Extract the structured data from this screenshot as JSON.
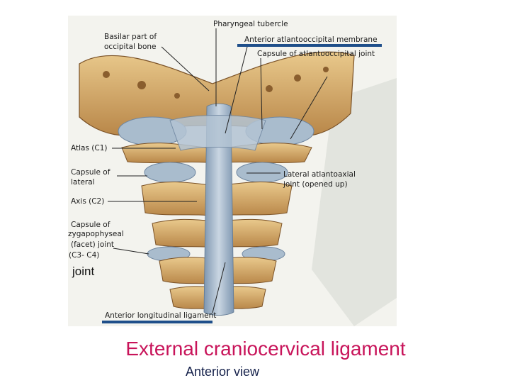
{
  "labels": {
    "pharyngeal_tubercle": "Pharyngeal tubercle",
    "basilar_part_line1": "Basilar part of",
    "basilar_part_line2": "occipital bone",
    "anterior_atlantooccipital_membrane": "Anterior atlantooccipital membrane",
    "capsule_atlantooccipital_joint": "Capsule of atlantooccipital joint",
    "atlas": "Atlas (C1)",
    "capsule_lateral_line1": "Capsule of",
    "capsule_lateral_line2": "lateral",
    "lateral_atlantoaxial_line1": "Lateral atlantoaxial",
    "lateral_atlantoaxial_line2": "joint (opened up)",
    "axis": "Axis (C2)",
    "capsule_zygapophyseal_line1": "Capsule of",
    "capsule_zygapophyseal_line2": "zygapophyseal",
    "capsule_zygapophyseal_line3": "(facet) joint",
    "c3_c4": "(C3- C4)",
    "joint": "joint",
    "anterior_longitudinal_ligament": "Anterior longitudinal ligament"
  },
  "title": "External craniocervical ligament",
  "subtitle": "Anterior view",
  "colors": {
    "title": "#c8145a",
    "subtitle": "#14204a",
    "bone": "#d9b27a",
    "ligament": "#9fb4c8",
    "highlight_bar": "#1f4f8a"
  }
}
